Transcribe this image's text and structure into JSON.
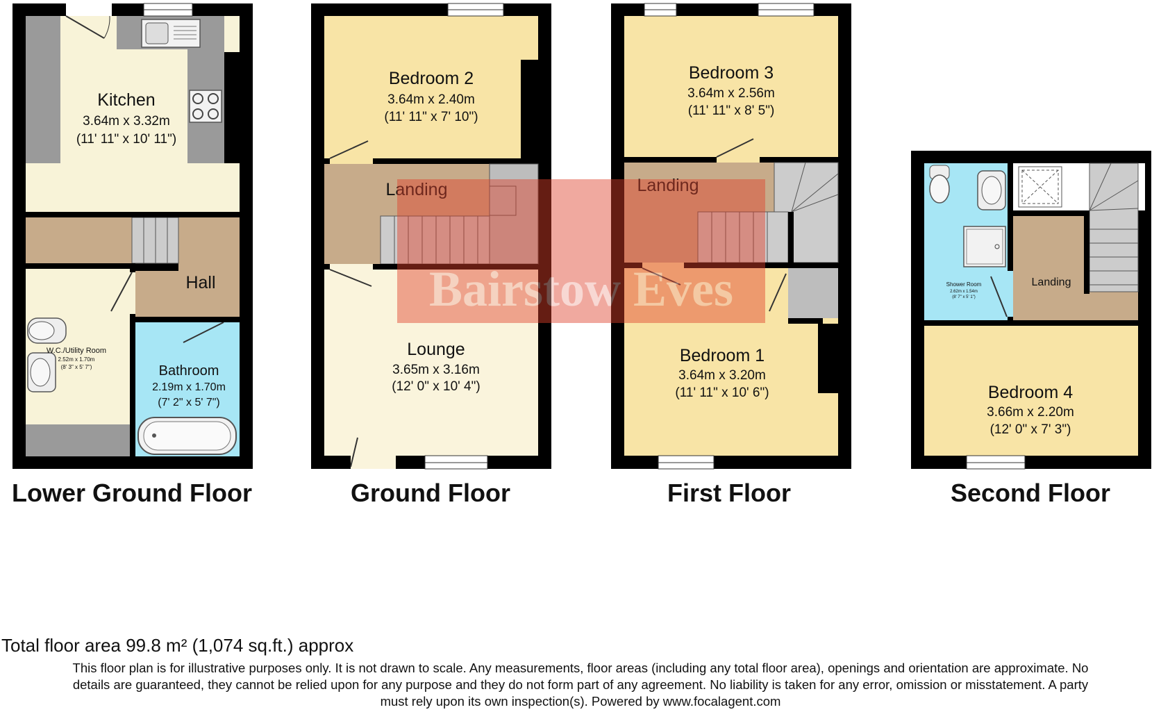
{
  "floors": [
    {
      "title": "Lower Ground Floor",
      "rooms": [
        {
          "name": "Kitchen",
          "metric": "3.64m x 3.32m",
          "imperial": "(11' 11\" x 10' 11\")"
        },
        {
          "name": "Hall"
        },
        {
          "name": "W.C./Utility Room",
          "metric": "2.52m x 1.70m",
          "imperial": "(8' 3\" x 5' 7\")"
        },
        {
          "name": "Bathroom",
          "metric": "2.19m x 1.70m",
          "imperial": "(7' 2\" x 5' 7\")"
        }
      ]
    },
    {
      "title": "Ground Floor",
      "rooms": [
        {
          "name": "Bedroom 2",
          "metric": "3.64m x 2.40m",
          "imperial": "(11' 11\" x 7' 10\")"
        },
        {
          "name": "Landing"
        },
        {
          "name": "Lounge",
          "metric": "3.65m x 3.16m",
          "imperial": "(12' 0\" x 10' 4\")"
        }
      ]
    },
    {
      "title": "First Floor",
      "rooms": [
        {
          "name": "Bedroom 3",
          "metric": "3.64m x 2.56m",
          "imperial": "(11' 11\" x 8' 5\")"
        },
        {
          "name": "Landing"
        },
        {
          "name": "Bedroom 1",
          "metric": "3.64m x 3.20m",
          "imperial": "(11' 11\" x 10' 6\")"
        }
      ]
    },
    {
      "title": "Second Floor",
      "rooms": [
        {
          "name": "Shower Room",
          "metric": "2.62m x 1.54m",
          "imperial": "(8' 7\" x 5' 1\")"
        },
        {
          "name": "Landing"
        },
        {
          "name": "Bedroom 4",
          "metric": "3.66m x 2.20m",
          "imperial": "(12' 0\" x 7' 3\")"
        }
      ]
    }
  ],
  "watermark": "Bairstow Eves",
  "total_area": "Total floor area 99.8 m² (1,074 sq.ft.) approx",
  "disclaimer": {
    "line1": "This floor plan is for illustrative purposes only. It is not drawn to scale. Any measurements, floor areas (including any total floor area), openings and orientation are approximate. No",
    "line2": "details are guaranteed, they cannot be relied upon for any purpose and they do not form part of any agreement. No liability is taken for any error, omission or misstatement. A party",
    "line3": "must rely upon its own inspection(s). Powered by www.focalagent.com"
  },
  "colors": {
    "wall": "#000000",
    "kitchen": "#f8f3d8",
    "bedroom": "#f8e4a6",
    "lounge": "#faf4dc",
    "bathroom": "#a7e6f5",
    "landing": "#c7ab8a",
    "fixture": "#999999",
    "stairs": "#cccccc",
    "watermark_bg": "#e0422c"
  },
  "icons": [
    "sink-icon",
    "hob-icon",
    "toilet-icon",
    "basin-icon",
    "bath-icon",
    "shower-tray-icon",
    "skylight-icon",
    "staircase-icon",
    "door-swing-icon",
    "window-icon"
  ]
}
